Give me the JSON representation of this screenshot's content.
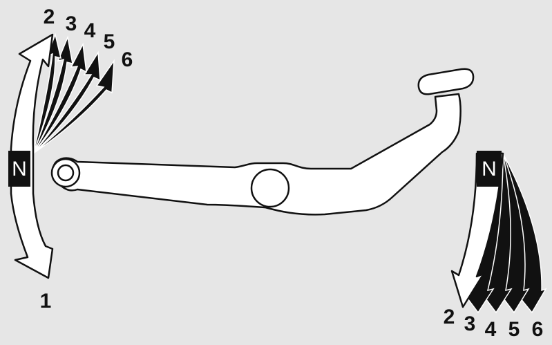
{
  "diagram": {
    "left_indicator": {
      "neutral_label": "N",
      "down_label": "1",
      "up_labels": [
        "2",
        "3",
        "4",
        "5",
        "6"
      ]
    },
    "right_indicator": {
      "neutral_label": "N",
      "down_labels": [
        "2",
        "3",
        "4",
        "5",
        "6"
      ]
    }
  },
  "colors": {
    "background": "#e6e6e6",
    "outline": "#111111",
    "fill_light": "#ffffff",
    "fill_dark": "#111111"
  }
}
